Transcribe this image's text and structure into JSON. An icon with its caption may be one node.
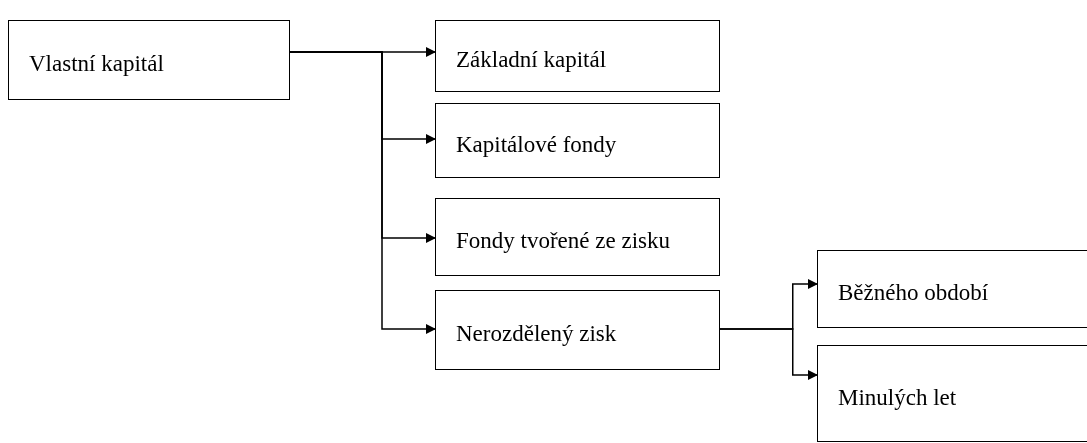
{
  "diagram": {
    "nodes": [
      {
        "text": [
          "Vlastní kapitál"
        ]
      },
      {
        "text": [
          "Základní kapitál"
        ]
      },
      {
        "text": [
          "Kapitálové fondy"
        ]
      },
      {
        "text": [
          "Fondy tvořené ze zisku"
        ]
      },
      {
        "text": [
          "Nerozdělený zisk"
        ]
      },
      {
        "text": [
          "Běžného období"
        ]
      },
      {
        "text": [
          "Minulých let"
        ]
      }
    ],
    "edges": [
      {
        "from": 0,
        "to": 1,
        "arrow": "to"
      },
      {
        "from": 0,
        "to": 2,
        "arrow": "to"
      },
      {
        "from": 0,
        "to": 3,
        "arrow": "to"
      },
      {
        "from": 0,
        "to": 4,
        "arrow": "to"
      },
      {
        "from": 4,
        "to": 5,
        "arrow": "to"
      },
      {
        "from": 4,
        "to": 6,
        "arrow": "to"
      }
    ]
  }
}
